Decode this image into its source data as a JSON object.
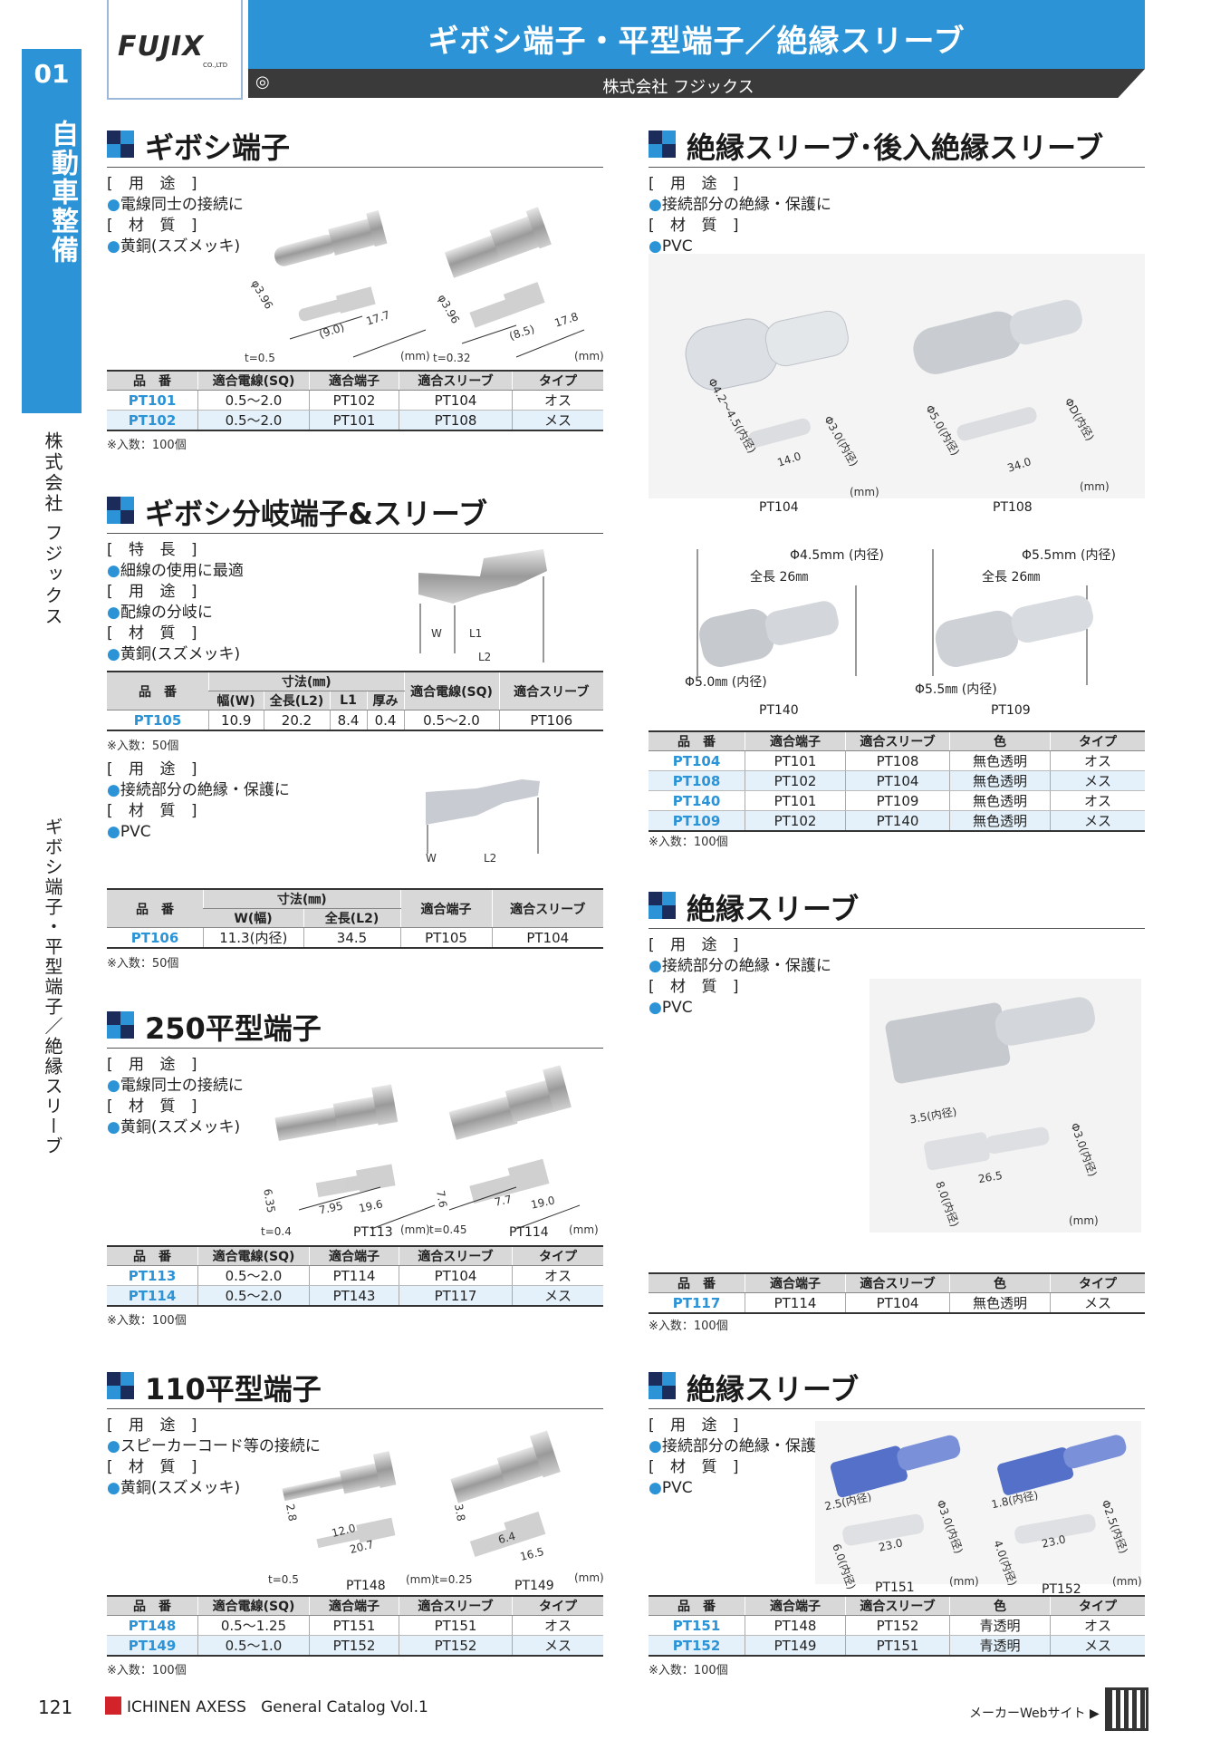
{
  "header": {
    "logo": "FUJIX",
    "logo_sub": "CO.,LTD",
    "title": "ギボシ端子・平型端子／絶縁スリーブ",
    "mark": "◎",
    "company": "株式会社 フジックス"
  },
  "side": {
    "number": "01",
    "category_main": "自動車整備",
    "company": "株式会社 フジックス",
    "category_sub": "ギボシ端子・平型端子／絶縁スリーブ"
  },
  "labels": {
    "usage": "[ 用 途 ]",
    "material": "[ 材 質 ]",
    "feature": "[ 特 長 ]",
    "dot": "●",
    "mm": "(mm)",
    "pcs100": "※入数：100個",
    "pcs50": "※入数：50個"
  },
  "s1": {
    "title": "ギボシ端子",
    "usage": "電線同士の接続に",
    "material": "黄銅(スズメッキ)",
    "dims": {
      "a1": "φ3.96",
      "a2": "(9.0)",
      "a3": "17.7",
      "at": "t=0.5",
      "b1": "φ3.96",
      "b2": "(8.5)",
      "b3": "17.8",
      "bt": "t=0.32"
    },
    "headers": [
      "品　番",
      "適合電線(SQ)",
      "適合端子",
      "適合スリーブ",
      "タイプ"
    ],
    "rows": [
      [
        "PT101",
        "0.5～2.0",
        "PT102",
        "PT104",
        "オス"
      ],
      [
        "PT102",
        "0.5～2.0",
        "PT101",
        "PT108",
        "メス"
      ]
    ]
  },
  "s2": {
    "title": "ギボシ分岐端子&スリーブ",
    "feature": "細線の使用に最適",
    "usage": "配線の分岐に",
    "material": "黄銅(スズメッキ)",
    "dims": {
      "w": "W",
      "l1": "L1",
      "l2": "L2"
    },
    "h_code": "品　番",
    "h_size": "寸法(㎜)",
    "h_wire": "適合電線(SQ)",
    "h_sleeve": "適合スリーブ",
    "sub_headers": [
      "幅(W)",
      "全長(L2)",
      "L1",
      "厚み"
    ],
    "row": [
      "PT105",
      "10.9",
      "20.2",
      "8.4",
      "0.4",
      "0.5～2.0",
      "PT106"
    ]
  },
  "s2b": {
    "usage": "接続部分の絶縁・保護に",
    "material": "PVC",
    "dims": {
      "w": "W",
      "l2": "L2"
    },
    "h_code": "品　番",
    "h_size": "寸法(㎜)",
    "h_term": "適合端子",
    "h_sleeve": "適合スリーブ",
    "sub_headers": [
      "W(幅)",
      "全長(L2)"
    ],
    "row": [
      "PT106",
      "11.3(内径)",
      "34.5",
      "PT105",
      "PT104"
    ]
  },
  "s3": {
    "title": "250平型端子",
    "usage": "電線同士の接続に",
    "material": "黄銅(スズメッキ)",
    "dims": {
      "a1": "6.35",
      "a2": "7.95",
      "a3": "19.6",
      "at": "t=0.4",
      "acode": "PT113",
      "b1": "7.6",
      "b2": "7.7",
      "b3": "19.0",
      "bt": "t=0.45",
      "bcode": "PT114"
    },
    "headers": [
      "品　番",
      "適合電線(SQ)",
      "適合端子",
      "適合スリーブ",
      "タイプ"
    ],
    "rows": [
      [
        "PT113",
        "0.5～2.0",
        "PT114",
        "PT104",
        "オス"
      ],
      [
        "PT114",
        "0.5～2.0",
        "PT143",
        "PT117",
        "メス"
      ]
    ]
  },
  "s4": {
    "title": "110平型端子",
    "usage": "スピーカーコード等の接続に",
    "material": "黄銅(スズメッキ)",
    "dims": {
      "a1": "2.8",
      "a2": "12.0",
      "a3": "20.7",
      "at": "t=0.5",
      "acode": "PT148",
      "b1": "3.8",
      "b2": "6.4",
      "b3": "16.5",
      "bt": "t=0.25",
      "bcode": "PT149"
    },
    "headers": [
      "品　番",
      "適合電線(SQ)",
      "適合端子",
      "適合スリーブ",
      "タイプ"
    ],
    "rows": [
      [
        "PT148",
        "0.5～1.25",
        "PT151",
        "PT151",
        "オス"
      ],
      [
        "PT149",
        "0.5～1.0",
        "PT152",
        "PT152",
        "メス"
      ]
    ]
  },
  "s5": {
    "title": "絶縁スリーブ･後入絶縁スリーブ",
    "usage": "接続部分の絶縁・保護に",
    "material": "PVC",
    "dims": {
      "a1": "Φ4.2～4.5(内径)",
      "a2": "14.0",
      "a3": "Φ3.0(内径)",
      "b1": "Φ5.0(内径)",
      "b2": "34.0",
      "b3": "ΦD(内径)"
    },
    "cap_a": "PT104",
    "cap_b": "PT108",
    "c1": {
      "len": "全長 26㎜",
      "in": "Φ4.5mm (内径)",
      "out": "Φ5.0㎜ (内径)",
      "code": "PT140"
    },
    "c2": {
      "len": "全長 26㎜",
      "in": "Φ5.5mm (内径)",
      "out": "Φ5.5㎜ (内径)",
      "code": "PT109"
    },
    "headers": [
      "品　番",
      "適合端子",
      "適合スリーブ",
      "色",
      "タイプ"
    ],
    "rows": [
      [
        "PT104",
        "PT101",
        "PT108",
        "無色透明",
        "オス"
      ],
      [
        "PT108",
        "PT102",
        "PT104",
        "無色透明",
        "メス"
      ],
      [
        "PT140",
        "PT101",
        "PT109",
        "無色透明",
        "オス"
      ],
      [
        "PT109",
        "PT102",
        "PT140",
        "無色透明",
        "メス"
      ]
    ]
  },
  "s6": {
    "title": "絶縁スリーブ",
    "usage": "接続部分の絶縁・保護に",
    "material": "PVC",
    "dims": {
      "d1": "3.5(内径)",
      "d2": "26.5",
      "d3": "8.0(内径)",
      "d4": "Φ3.0(内径)"
    },
    "headers": [
      "品　番",
      "適合端子",
      "適合スリーブ",
      "色",
      "タイプ"
    ],
    "rows": [
      [
        "PT117",
        "PT114",
        "PT104",
        "無色透明",
        "メス"
      ]
    ]
  },
  "s7": {
    "title": "絶縁スリーブ",
    "usage": "接続部分の絶縁・保護に",
    "material": "PVC",
    "dims": {
      "a1": "2.5(内径)",
      "a2": "23.0",
      "a3": "6.0(内径)",
      "a4": "Φ3.0(内径)",
      "acode": "PT151",
      "b1": "1.8(内径)",
      "b2": "23.0",
      "b3": "4.0(内径)",
      "b4": "Φ2.5(内径)",
      "bcode": "PT152"
    },
    "headers": [
      "品　番",
      "適合端子",
      "適合スリーブ",
      "色",
      "タイプ"
    ],
    "rows": [
      [
        "PT151",
        "PT148",
        "PT152",
        "青透明",
        "オス"
      ],
      [
        "PT152",
        "PT149",
        "PT151",
        "青透明",
        "メス"
      ]
    ]
  },
  "footer": {
    "page": "121",
    "brand": "ICHINEN AXESS",
    "catalog": "General Catalog  Vol.1",
    "web": "メーカーWebサイト ▶"
  }
}
